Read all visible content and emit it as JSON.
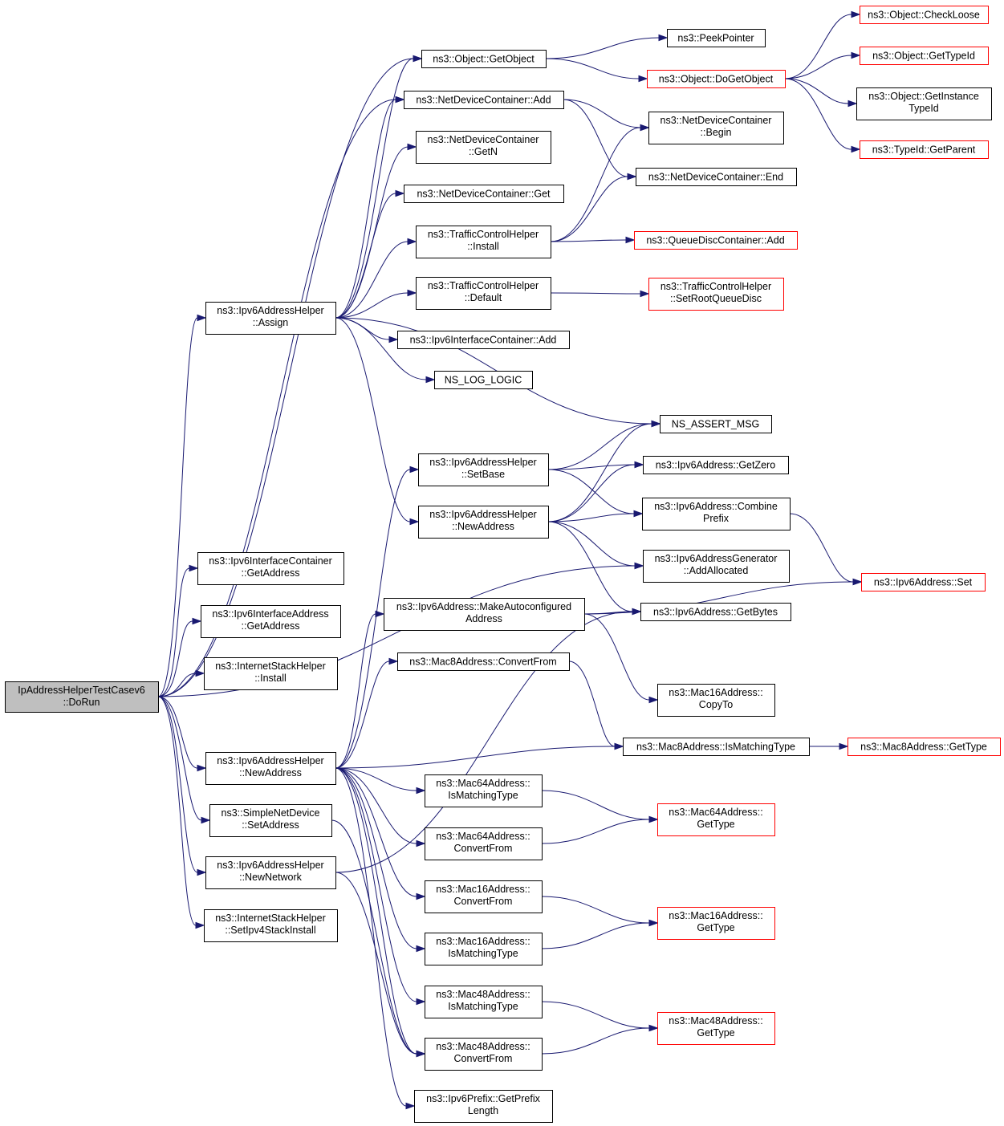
{
  "colors": {
    "edge": "#191970",
    "root_fill": "#bfbfbf",
    "node_border": "#000000",
    "truncated_border": "#ff0000"
  },
  "nodes": {
    "root": [
      "IpAddressHelperTestCasev6",
      "::DoRun"
    ],
    "ipv6ifc_getaddr": [
      "ns3::Ipv6InterfaceContainer",
      "::GetAddress"
    ],
    "ipv6ifa_getaddr": [
      "ns3::Ipv6InterfaceAddress",
      "::GetAddress"
    ],
    "inet_install": [
      "ns3::InternetStackHelper",
      "::Install"
    ],
    "ah_assign": [
      "ns3::Ipv6AddressHelper",
      "::Assign"
    ],
    "ah_newaddr_l": [
      "ns3::Ipv6AddressHelper",
      "::NewAddress"
    ],
    "snd_setaddr": [
      "ns3::SimpleNetDevice",
      "::SetAddress"
    ],
    "ah_newnet": [
      "ns3::Ipv6AddressHelper",
      "::NewNetwork"
    ],
    "inet_setv4": [
      "ns3::InternetStackHelper",
      "::SetIpv4StackInstall"
    ],
    "obj_getobject": [
      "ns3::Object::GetObject"
    ],
    "ndc_add": [
      "ns3::NetDeviceContainer::Add"
    ],
    "ndc_getn": [
      "ns3::NetDeviceContainer",
      "::GetN"
    ],
    "ndc_get": [
      "ns3::NetDeviceContainer::Get"
    ],
    "tch_install": [
      "ns3::TrafficControlHelper",
      "::Install"
    ],
    "tch_default": [
      "ns3::TrafficControlHelper",
      "::Default"
    ],
    "ipv6ifc_add": [
      "ns3::Ipv6InterfaceContainer::Add"
    ],
    "ns_log_logic": [
      "NS_LOG_LOGIC"
    ],
    "ah_setbase": [
      "ns3::Ipv6AddressHelper",
      "::SetBase"
    ],
    "ah_newaddr_m": [
      "ns3::Ipv6AddressHelper",
      "::NewAddress"
    ],
    "ipv6_makeauto": [
      "ns3::Ipv6Address::MakeAutoconfigured",
      "Address"
    ],
    "mac8_convert": [
      "ns3::Mac8Address::ConvertFrom"
    ],
    "mac64_ismatch": [
      "ns3::Mac64Address::",
      "IsMatchingType"
    ],
    "mac64_convert": [
      "ns3::Mac64Address::",
      "ConvertFrom"
    ],
    "mac16_convert": [
      "ns3::Mac16Address::",
      "ConvertFrom"
    ],
    "mac16_ismatch": [
      "ns3::Mac16Address::",
      "IsMatchingType"
    ],
    "mac48_ismatch": [
      "ns3::Mac48Address::",
      "IsMatchingType"
    ],
    "mac48_convert": [
      "ns3::Mac48Address::",
      "ConvertFrom"
    ],
    "prefix_getlen": [
      "ns3::Ipv6Prefix::GetPrefix",
      "Length"
    ],
    "peekpointer": [
      "ns3::PeekPointer"
    ],
    "obj_dogetobject": [
      "ns3::Object::DoGetObject"
    ],
    "ndc_begin": [
      "ns3::NetDeviceContainer",
      "::Begin"
    ],
    "ndc_end": [
      "ns3::NetDeviceContainer::End"
    ],
    "qdc_add": [
      "ns3::QueueDiscContainer::Add"
    ],
    "tch_setroot": [
      "ns3::TrafficControlHelper",
      "::SetRootQueueDisc"
    ],
    "ns_assert_msg": [
      "NS_ASSERT_MSG"
    ],
    "ipv6_getzero": [
      "ns3::Ipv6Address::GetZero"
    ],
    "ipv6_combine": [
      "ns3::Ipv6Address::Combine",
      "Prefix"
    ],
    "ipv6gen_addalloc": [
      "ns3::Ipv6AddressGenerator",
      "::AddAllocated"
    ],
    "ipv6_getbytes": [
      "ns3::Ipv6Address::GetBytes"
    ],
    "mac16_copyto": [
      "ns3::Mac16Address::",
      "CopyTo"
    ],
    "mac8_ismatch": [
      "ns3::Mac8Address::IsMatchingType"
    ],
    "mac64_gettype": [
      "ns3::Mac64Address::",
      "GetType"
    ],
    "mac16_gettype": [
      "ns3::Mac16Address::",
      "GetType"
    ],
    "mac48_gettype": [
      "ns3::Mac48Address::",
      "GetType"
    ],
    "obj_checkloose": [
      "ns3::Object::CheckLoose"
    ],
    "obj_gettypeid": [
      "ns3::Object::GetTypeId"
    ],
    "obj_getinstance": [
      "ns3::Object::GetInstance",
      "TypeId"
    ],
    "typeid_getparent": [
      "ns3::TypeId::GetParent"
    ],
    "ipv6_set": [
      "ns3::Ipv6Address::Set"
    ],
    "mac8_gettype": [
      "ns3::Mac8Address::GetType"
    ]
  },
  "edges": [
    [
      "root",
      "ipv6ifc_getaddr"
    ],
    [
      "root",
      "ipv6ifa_getaddr"
    ],
    [
      "root",
      "inet_install"
    ],
    [
      "root",
      "ah_assign"
    ],
    [
      "root",
      "ah_newaddr_l"
    ],
    [
      "root",
      "snd_setaddr"
    ],
    [
      "root",
      "ah_newnet"
    ],
    [
      "root",
      "inet_setv4"
    ],
    [
      "root",
      "obj_getobject"
    ],
    [
      "root",
      "ndc_add"
    ],
    [
      "root",
      "ipv6gen_addalloc"
    ],
    [
      "ah_assign",
      "obj_getobject"
    ],
    [
      "ah_assign",
      "ndc_add"
    ],
    [
      "ah_assign",
      "ndc_getn"
    ],
    [
      "ah_assign",
      "ndc_get"
    ],
    [
      "ah_assign",
      "tch_install"
    ],
    [
      "ah_assign",
      "tch_default"
    ],
    [
      "ah_assign",
      "ipv6ifc_add"
    ],
    [
      "ah_assign",
      "ns_log_logic"
    ],
    [
      "ah_assign",
      "ns_assert_msg"
    ],
    [
      "ah_assign",
      "ah_newaddr_m"
    ],
    [
      "obj_getobject",
      "peekpointer"
    ],
    [
      "obj_getobject",
      "obj_dogetobject"
    ],
    [
      "obj_dogetobject",
      "obj_checkloose"
    ],
    [
      "obj_dogetobject",
      "obj_gettypeid"
    ],
    [
      "obj_dogetobject",
      "obj_getinstance"
    ],
    [
      "obj_dogetobject",
      "typeid_getparent"
    ],
    [
      "ndc_add",
      "ndc_begin"
    ],
    [
      "ndc_add",
      "ndc_end"
    ],
    [
      "tch_install",
      "ndc_begin"
    ],
    [
      "tch_install",
      "ndc_end"
    ],
    [
      "tch_install",
      "qdc_add"
    ],
    [
      "tch_default",
      "tch_setroot"
    ],
    [
      "ah_setbase",
      "ns_assert_msg"
    ],
    [
      "ah_setbase",
      "ipv6_getzero"
    ],
    [
      "ah_setbase",
      "ipv6_combine"
    ],
    [
      "ah_newaddr_m",
      "ns_assert_msg"
    ],
    [
      "ah_newaddr_m",
      "ipv6_getzero"
    ],
    [
      "ah_newaddr_m",
      "ipv6_combine"
    ],
    [
      "ah_newaddr_m",
      "ipv6gen_addalloc"
    ],
    [
      "ah_newaddr_m",
      "ipv6_getbytes"
    ],
    [
      "ipv6_combine",
      "ipv6_set"
    ],
    [
      "ipv6_makeauto",
      "ipv6_getbytes"
    ],
    [
      "ipv6_makeauto",
      "ipv6_set"
    ],
    [
      "ipv6_makeauto",
      "mac16_copyto"
    ],
    [
      "mac8_convert",
      "mac8_ismatch"
    ],
    [
      "mac8_ismatch",
      "mac8_gettype"
    ],
    [
      "ah_newaddr_l",
      "ah_setbase"
    ],
    [
      "ah_newaddr_l",
      "ipv6_makeauto"
    ],
    [
      "ah_newaddr_l",
      "mac8_convert"
    ],
    [
      "ah_newaddr_l",
      "mac8_ismatch"
    ],
    [
      "ah_newaddr_l",
      "mac64_ismatch"
    ],
    [
      "ah_newaddr_l",
      "mac64_convert"
    ],
    [
      "ah_newaddr_l",
      "mac16_convert"
    ],
    [
      "ah_newaddr_l",
      "mac16_ismatch"
    ],
    [
      "ah_newaddr_l",
      "mac48_ismatch"
    ],
    [
      "ah_newaddr_l",
      "mac48_convert"
    ],
    [
      "ah_newaddr_l",
      "prefix_getlen"
    ],
    [
      "snd_setaddr",
      "mac48_convert"
    ],
    [
      "ah_newnet",
      "ipv6_getbytes"
    ],
    [
      "ah_newnet",
      "mac48_convert"
    ],
    [
      "mac64_ismatch",
      "mac64_gettype"
    ],
    [
      "mac64_convert",
      "mac64_gettype"
    ],
    [
      "mac16_convert",
      "mac16_gettype"
    ],
    [
      "mac16_ismatch",
      "mac16_gettype"
    ],
    [
      "mac48_ismatch",
      "mac48_gettype"
    ],
    [
      "mac48_convert",
      "mac48_gettype"
    ]
  ]
}
